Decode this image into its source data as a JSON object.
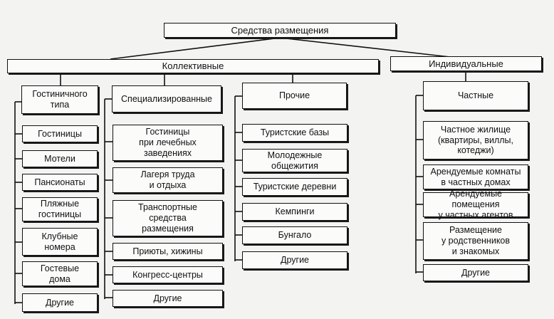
{
  "root": "Средства размещения",
  "collective": {
    "title": "Коллективные",
    "hotel_type": {
      "title": "Гостиничного\nтипа",
      "items": [
        "Гостиницы",
        "Мотели",
        "Пансионаты",
        "Пляжные\nгостиницы",
        "Клубные\nномера",
        "Гостевые\nдома",
        "Другие"
      ]
    },
    "specialized": {
      "title": "Специализированные",
      "items": [
        "Гостиницы\nпри лечебных\nзаведениях",
        "Лагеря труда\nи отдыха",
        "Транспортные\nсредства\nразмещения",
        "Приюты, хижины",
        "Конгресс-центры",
        "Другие"
      ]
    },
    "other": {
      "title": "Прочие",
      "items": [
        "Туристские базы",
        "Молодежные\nобщежития",
        "Туристские деревни",
        "Кемпинги",
        "Бунгало",
        "Другие"
      ]
    }
  },
  "individual": {
    "title": "Индивидуальные",
    "private": {
      "title": "Частные",
      "items": [
        "Частное жилище\n(квартиры, виллы,\nкотеджи)",
        "Арендуемые комнаты\nв частных домах",
        "Арендуемые помещения\nу частных агентов",
        "Размещение\nу родственников\nи знакомых",
        "Другие"
      ]
    }
  }
}
